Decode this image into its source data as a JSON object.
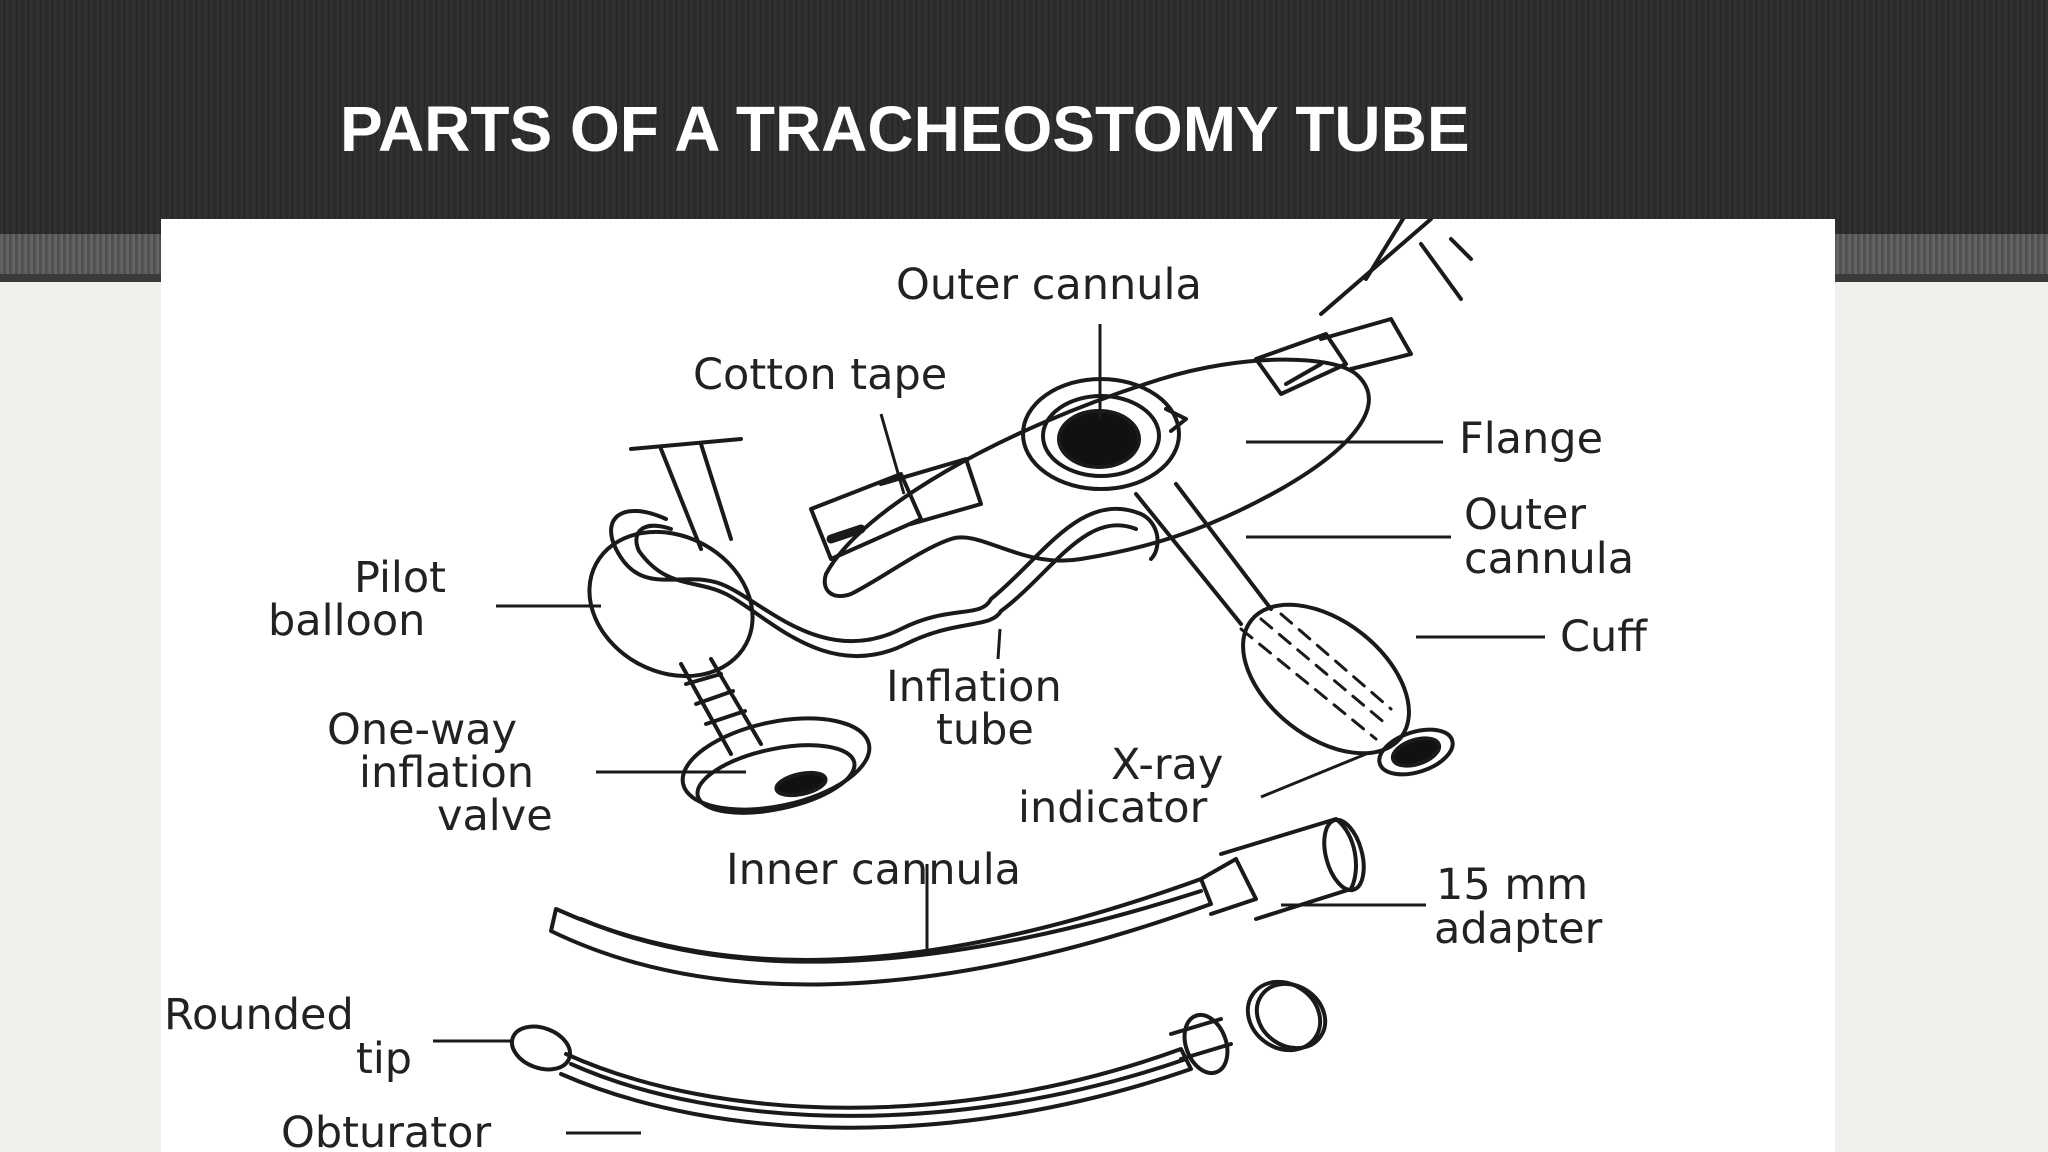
{
  "slide": {
    "title": "PARTS OF A TRACHEOSTOMY TUBE"
  },
  "diagram": {
    "labels": {
      "outer_cannula_top": "Outer cannula",
      "cotton_tape": "Cotton tape",
      "flange": "Flange",
      "outer_cannula_right_1": "Outer",
      "outer_cannula_right_2": "cannula",
      "pilot_balloon_1": "Pilot",
      "pilot_balloon_2": "balloon",
      "cuff": "Cuff",
      "inflation_tube_1": "Inflation",
      "inflation_tube_2": "tube",
      "one_way_valve_1": "One-way",
      "one_way_valve_2": "inflation",
      "one_way_valve_3": "valve",
      "xray_indicator_1": "X-ray",
      "xray_indicator_2": "indicator",
      "inner_cannula": "Inner cannula",
      "adapter_1": "15 mm",
      "adapter_2": "adapter",
      "rounded_tip_1": "Rounded",
      "rounded_tip_2": "tip",
      "obturator": "Obturator"
    }
  }
}
